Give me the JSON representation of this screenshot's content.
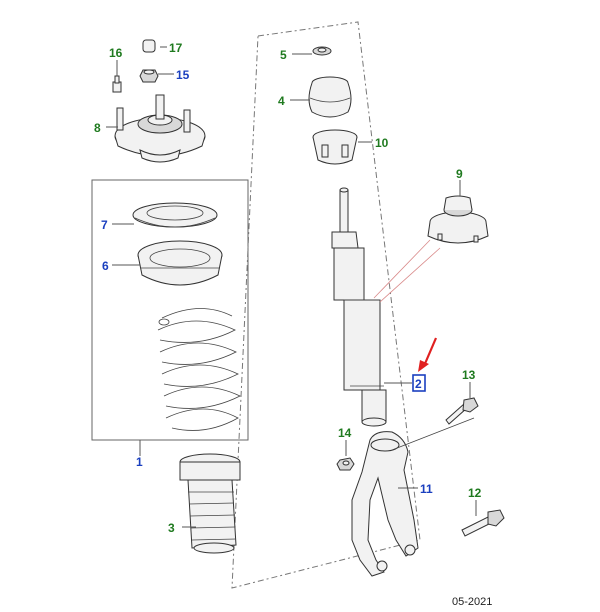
{
  "callouts": {
    "c1": "1",
    "c2": "2",
    "c3": "3",
    "c4": "4",
    "c5": "5",
    "c6": "6",
    "c7": "7",
    "c8": "8",
    "c9": "9",
    "c10": "10",
    "c11": "11",
    "c12": "12",
    "c13": "13",
    "c14": "14",
    "c15": "15",
    "c16": "16",
    "c17": "17"
  },
  "colors": {
    "callout_green": "#1f7a1f",
    "callout_blue": "#1a3fbf",
    "highlight_arrow": "#e02020",
    "highlight_box": "#1a3fbf"
  },
  "footer": {
    "date": "05-2021"
  }
}
